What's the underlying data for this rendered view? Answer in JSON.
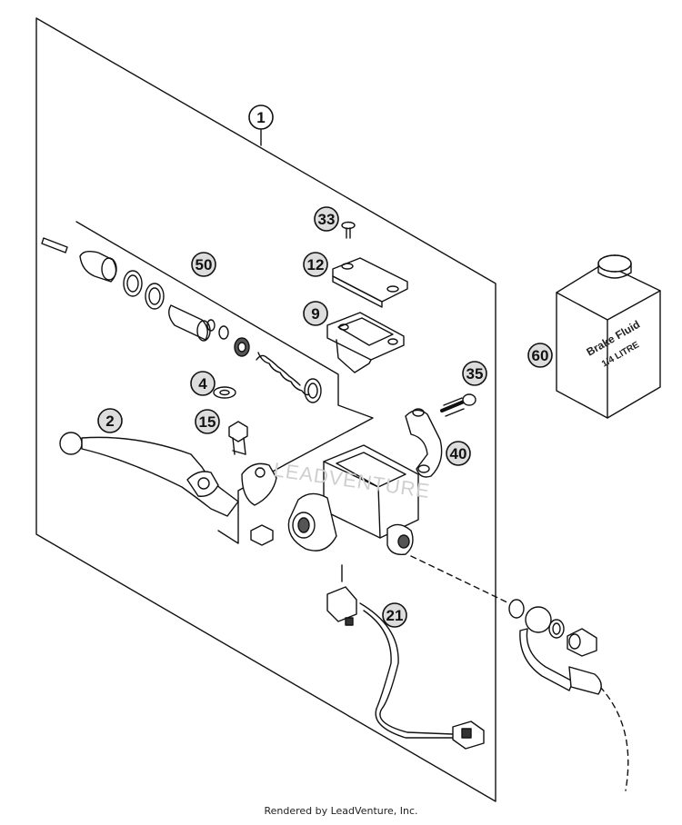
{
  "callouts": [
    {
      "label": "1"
    },
    {
      "label": "33"
    },
    {
      "label": "12"
    },
    {
      "label": "9"
    },
    {
      "label": "50"
    },
    {
      "label": "4"
    },
    {
      "label": "2"
    },
    {
      "label": "15"
    },
    {
      "label": "35"
    },
    {
      "label": "40"
    },
    {
      "label": "21"
    },
    {
      "label": "60"
    }
  ],
  "brake_fluid": {
    "line1": "Brake Fluid",
    "line2": "1/4 LITRE"
  },
  "watermark": "LEADVENTURE",
  "footer": "Rendered by LeadVenture, Inc."
}
